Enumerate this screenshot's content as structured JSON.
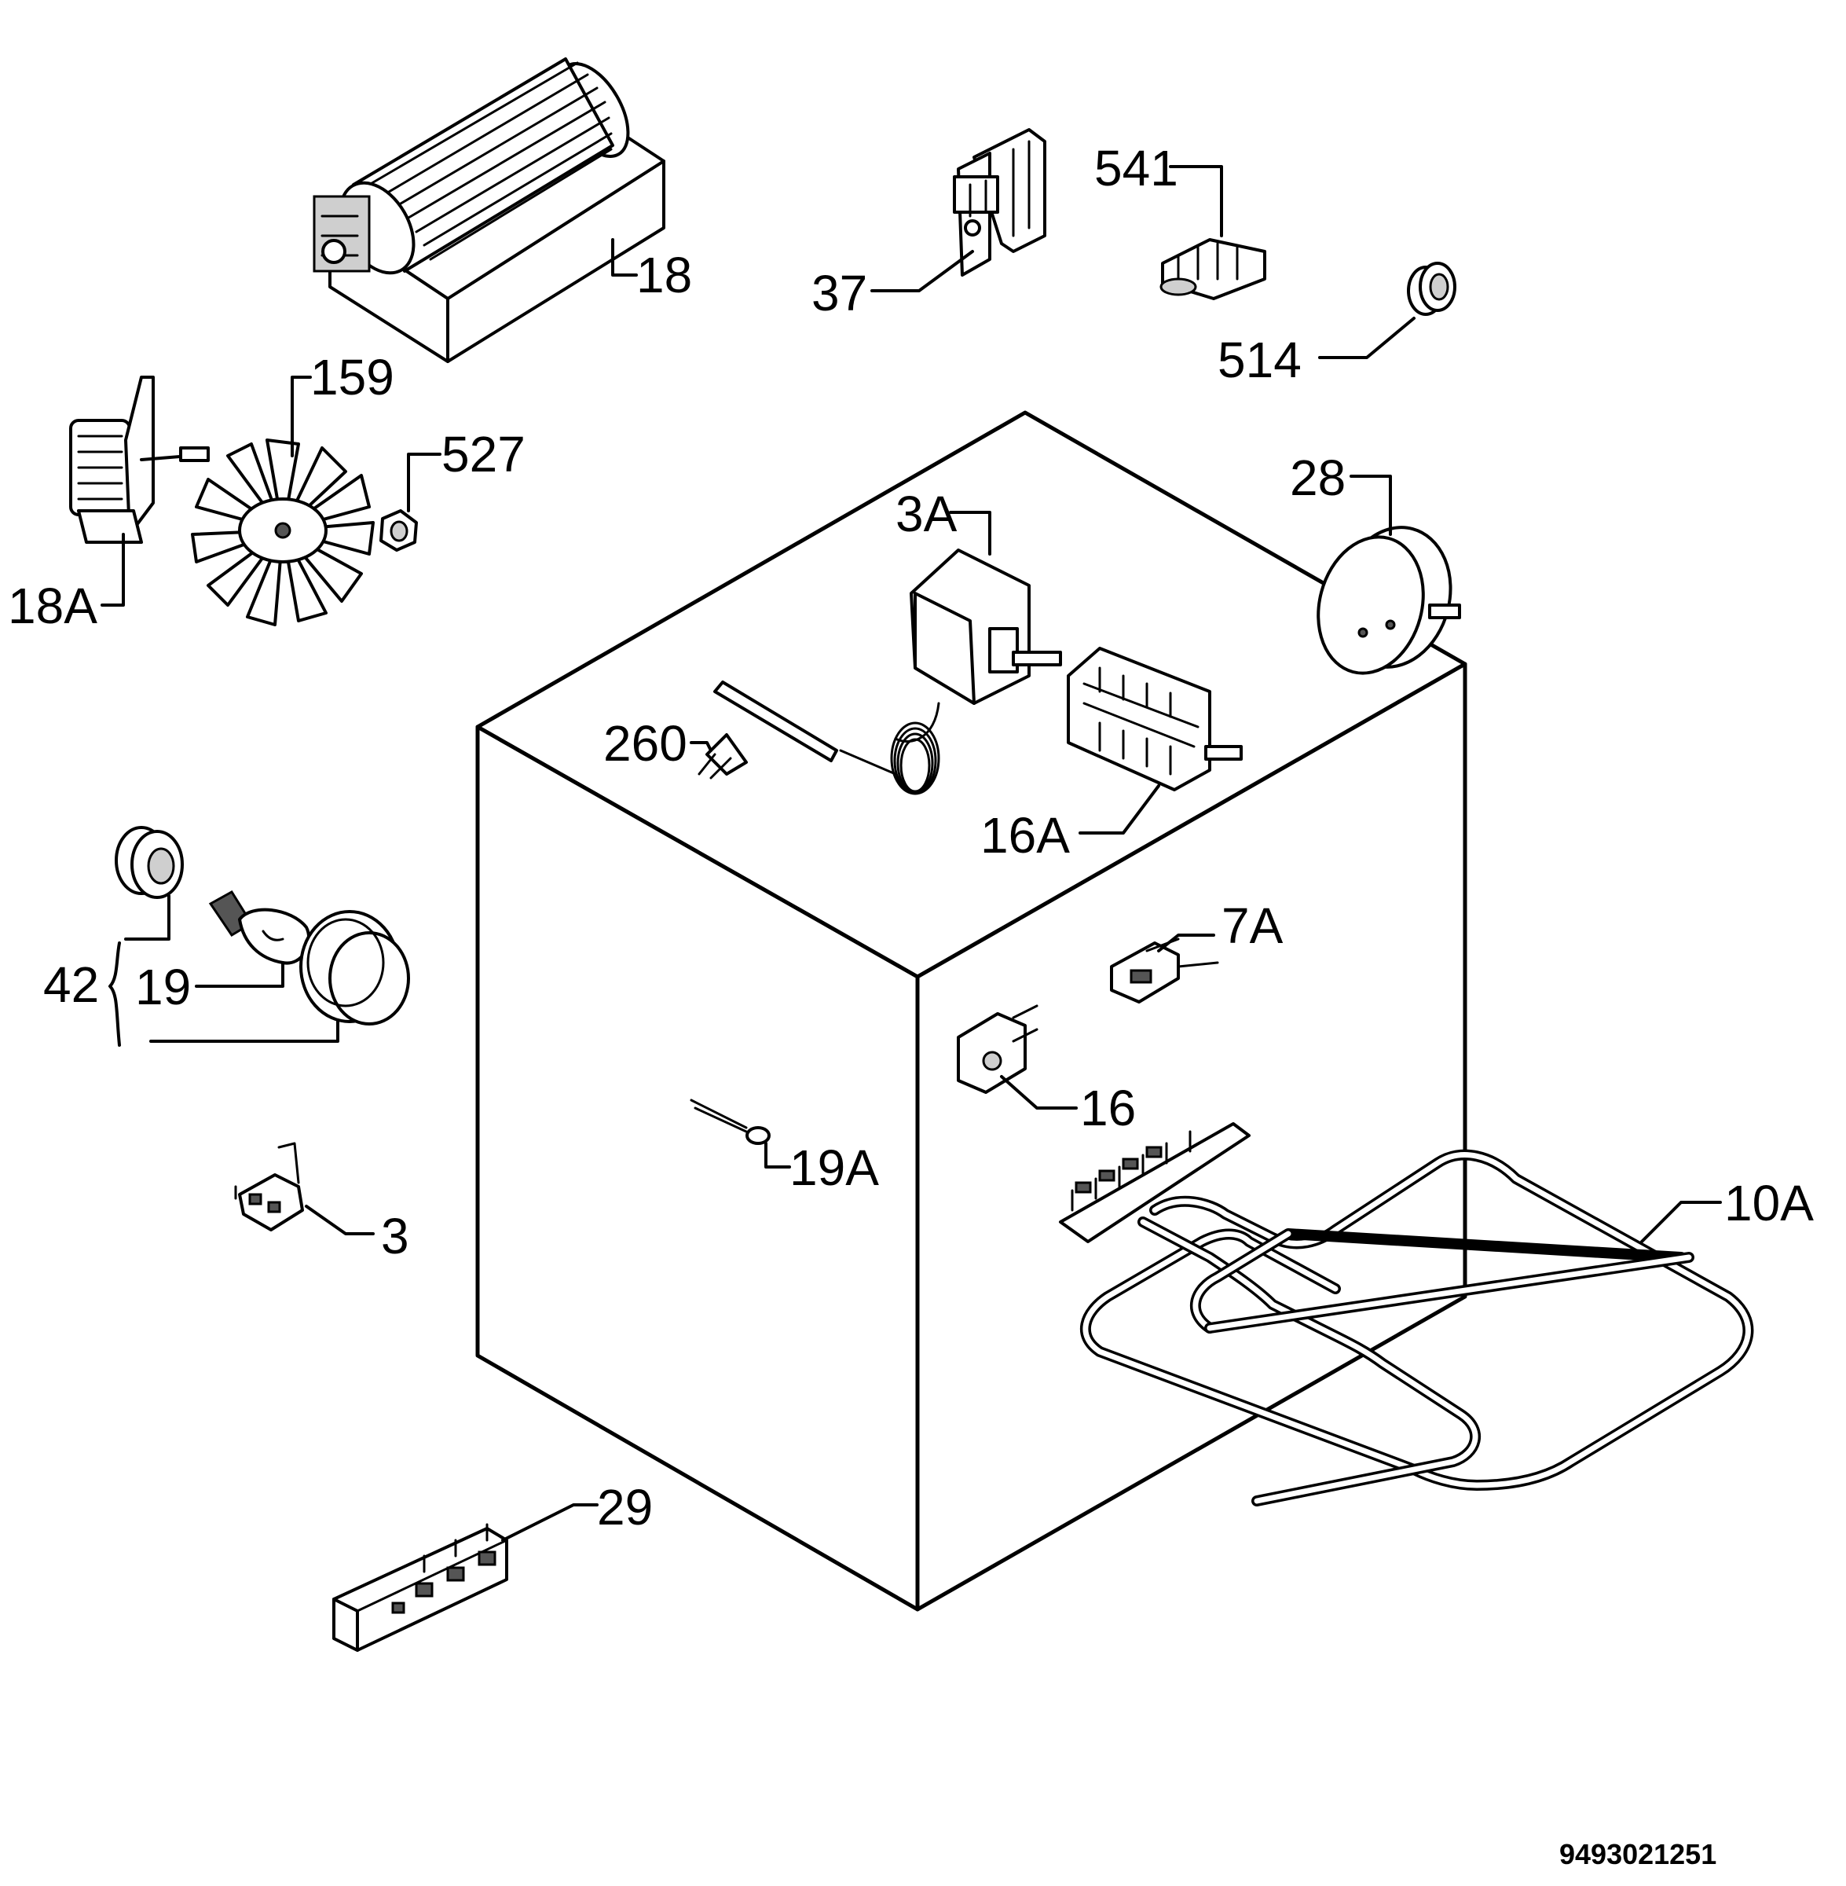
{
  "diagram": {
    "labels": {
      "p18": "18",
      "p37": "37",
      "p541": "541",
      "p514": "514",
      "p159": "159",
      "p527": "527",
      "p18a": "18A",
      "p28": "28",
      "p3a": "3A",
      "p260": "260",
      "p16a": "16A",
      "p42": "42",
      "p19": "19",
      "p7a": "7A",
      "p16": "16",
      "p19a": "19A",
      "p10a": "10A",
      "p3": "3",
      "p29": "29"
    },
    "reference_number": "9493021251"
  }
}
